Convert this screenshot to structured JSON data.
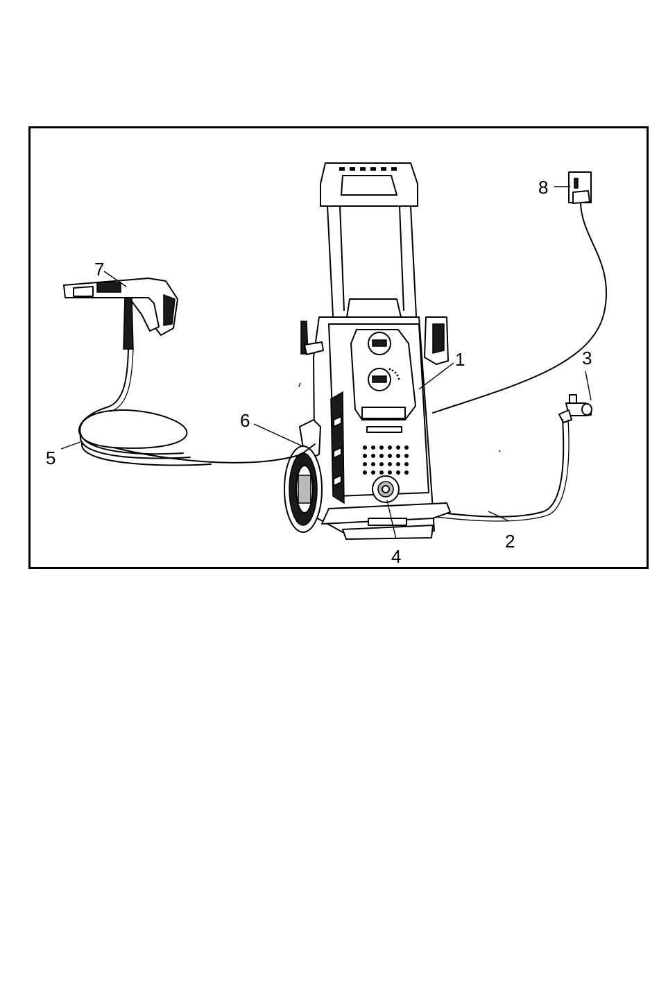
{
  "figure": {
    "callouts": [
      {
        "id": "1",
        "label": "1"
      },
      {
        "id": "2",
        "label": "2"
      },
      {
        "id": "3",
        "label": "3"
      },
      {
        "id": "4",
        "label": "4"
      },
      {
        "id": "5",
        "label": "5"
      },
      {
        "id": "6",
        "label": "6"
      },
      {
        "id": "7",
        "label": "7"
      },
      {
        "id": "8",
        "label": "8"
      }
    ],
    "line_color": "#000000",
    "background_color": "#ffffff"
  }
}
